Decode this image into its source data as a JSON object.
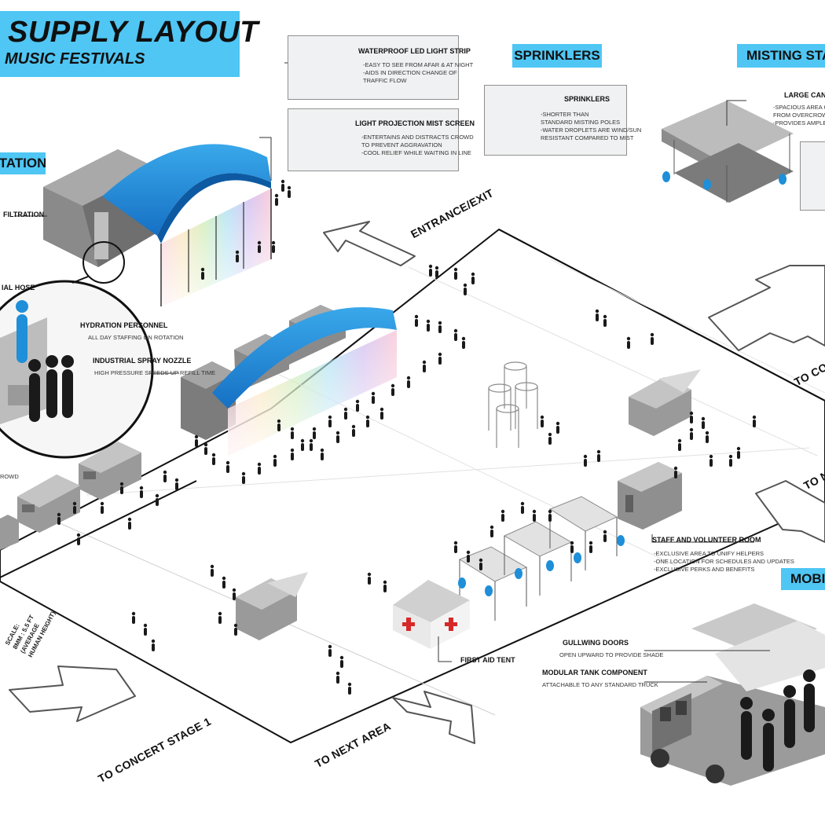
{
  "title": {
    "main": "SUPPLY LAYOUT",
    "subtitle": "MUSIC FESTIVALS"
  },
  "sections": {
    "sprinklers_tag": "SPRINKLERS",
    "misting_tag": "MISTING STAT",
    "station_tag": "TATION",
    "mobile_tag": "MOBI"
  },
  "callouts": {
    "led": {
      "title": "WATERPROOF LED LIGHT STRIP",
      "lines": [
        "-EASY TO SEE FROM AFAR & AT NIGHT",
        "-AIDS IN DIRECTION CHANGE OF",
        "TRAFFIC FLOW"
      ]
    },
    "mist_screen": {
      "title": "LIGHT PROJECTION MIST SCREEN",
      "lines": [
        "-ENTERTAINS AND DISTRACTS CROWD",
        "TO PREVENT AGGRAVATION",
        "-COOL RELIEF WHILE WAITING IN LINE"
      ]
    },
    "sprinklers": {
      "title": "SPRINKLERS",
      "lines": [
        "-SHORTER THAN",
        "STANDARD MISTING POLES",
        "-WATER DROPLETS ARE WIND/SUN",
        "RESISTANT COMPARED TO MIST"
      ]
    },
    "large_canopy": {
      "title": "LARGE CANO",
      "lines": [
        "-SPACIOUS AREA CREATES",
        "FROM OVERCROWDED STA",
        "-PROVIDES AMPLE SHADE"
      ]
    },
    "filtration": {
      "title": "FILTRATION"
    },
    "hose": {
      "title": "IAL HOSE"
    },
    "hydration": {
      "title": "HYDRATION PERSONNEL",
      "line": "ALL DAY STAFFING ON ROTATION"
    },
    "nozzle": {
      "title": "INDUSTRIAL SPRAY NOZZLE",
      "line": "HIGH PRESSURE SPEEDS UP REFILL TIME"
    },
    "crowd": {
      "title": "ROWD"
    },
    "staff_room": {
      "title": "STAFF AND VOLUNTEER ROOM",
      "lines": [
        "-EXCLUSIVE AREA TO UNIFY HELPERS",
        "-ONE LOCATION FOR SCHEDULES AND UPDATES",
        "-EXCLUSIVE PERKS AND BENEFITS"
      ]
    },
    "first_aid": {
      "title": "FIRST AID TENT"
    },
    "gullwing": {
      "title": "GULLWING DOORS",
      "line": "OPEN UPWARD TO PROVIDE SHADE"
    },
    "modular": {
      "title": "MODULAR TANK COMPONENT",
      "line": "ATTACHABLE TO ANY STANDARD TRUCK"
    }
  },
  "directions": {
    "entrance": "ENTRANCE/EXIT",
    "to_conc_right": "TO CONC",
    "to_next_right": "TO NE",
    "to_stage1": "TO CONCERT STAGE 1",
    "to_next_area": "TO NEXT AREA"
  },
  "scale_note": {
    "lines": [
      "SCALE:",
      "8MM : 5.5 FT",
      "(AVERAGE",
      "HUMAN HEIGHT)"
    ]
  },
  "colors": {
    "accent_blue": "#4fc6f4",
    "canopy_blue": "#1e8fd8",
    "cross_red": "#d62828",
    "figure_black": "#1a1a1a"
  }
}
